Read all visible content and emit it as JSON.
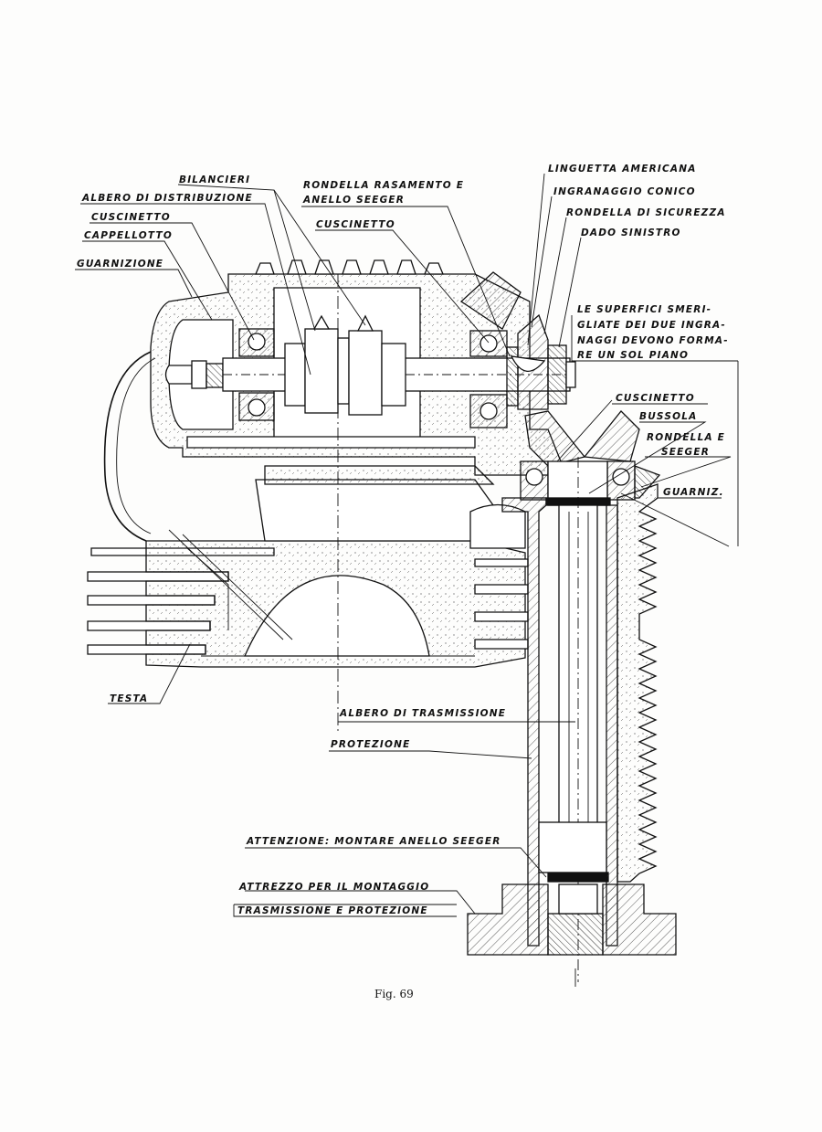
{
  "labels": {
    "bilancieri": "BILANCIERI",
    "albero_distribuzione": "ALBERO DI DISTRIBUZIONE",
    "cuscinetto_1": "CUSCINETTO",
    "cappellotto": "CAPPELLOTTO",
    "guarnizione": "GUARNIZIONE",
    "rondella_rasamento": "RONDELLA RASAMENTO E",
    "anello_seeger": "ANELLO SEEGER",
    "cuscinetto_2": "CUSCINETTO",
    "linguetta": "LINGUETTA AMERICANA",
    "ingranaggio": "INGRANAGGIO CONICO",
    "rondella_sicurezza": "RONDELLA DI SICUREZZA",
    "dado": "DADO SINISTRO",
    "superfici_1": "LE SUPERFICI SMERI-",
    "superfici_2": "GLIATE DEI DUE INGRA-",
    "superfici_3": "NAGGI DEVONO FORMA-",
    "superfici_4": "RE UN SOL PIANO",
    "cuscinetto_3": "CUSCINETTO",
    "bussola": "BUSSOLA",
    "rondella_e": "RONDELLA E",
    "seeger": "SEEGER",
    "guarniz": "GUARNIZ.",
    "testa": "TESTA",
    "albero_trasmissione": "ALBERO DI TRASMISSIONE",
    "protezione": "PROTEZIONE",
    "attenzione": "ATTENZIONE: MONTARE ANELLO SEEGER",
    "attrezzo_1": "ATTREZZO PER IL MONTAGGIO",
    "attrezzo_2": "TRASMISSIONE E PROTEZIONE"
  },
  "caption": "Fig. 69"
}
